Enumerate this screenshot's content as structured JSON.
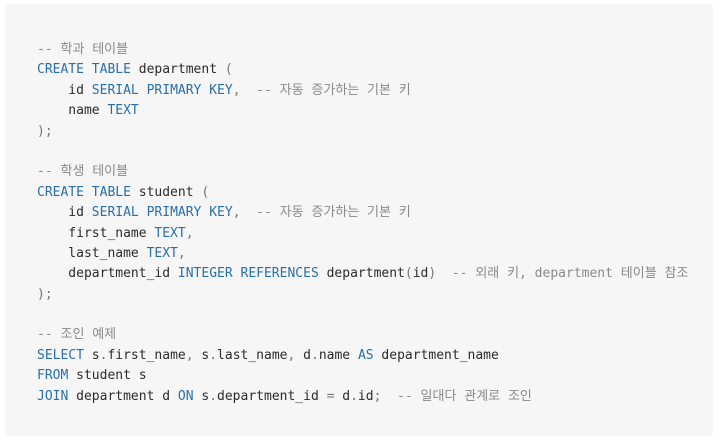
{
  "code": {
    "lines": [
      [
        {
          "t": "-- 학과 테이블",
          "c": "cm"
        }
      ],
      [
        {
          "t": "CREATE TABLE",
          "c": "kw"
        },
        {
          "t": " department ",
          "c": "tx"
        },
        {
          "t": "(",
          "c": "pn"
        }
      ],
      [
        {
          "t": "    id ",
          "c": "tx"
        },
        {
          "t": "SERIAL PRIMARY KEY",
          "c": "kw"
        },
        {
          "t": ",",
          "c": "pn"
        },
        {
          "t": "  -- 자동 증가하는 기본 키",
          "c": "cm"
        }
      ],
      [
        {
          "t": "    name ",
          "c": "tx"
        },
        {
          "t": "TEXT",
          "c": "kw"
        }
      ],
      [
        {
          "t": ");",
          "c": "pn"
        }
      ],
      [],
      [
        {
          "t": "-- 학생 테이블",
          "c": "cm"
        }
      ],
      [
        {
          "t": "CREATE TABLE",
          "c": "kw"
        },
        {
          "t": " student ",
          "c": "tx"
        },
        {
          "t": "(",
          "c": "pn"
        }
      ],
      [
        {
          "t": "    id ",
          "c": "tx"
        },
        {
          "t": "SERIAL PRIMARY KEY",
          "c": "kw"
        },
        {
          "t": ",",
          "c": "pn"
        },
        {
          "t": "  -- 자동 증가하는 기본 키",
          "c": "cm"
        }
      ],
      [
        {
          "t": "    first_name ",
          "c": "tx"
        },
        {
          "t": "TEXT",
          "c": "kw"
        },
        {
          "t": ",",
          "c": "pn"
        }
      ],
      [
        {
          "t": "    last_name ",
          "c": "tx"
        },
        {
          "t": "TEXT",
          "c": "kw"
        },
        {
          "t": ",",
          "c": "pn"
        }
      ],
      [
        {
          "t": "    department_id ",
          "c": "tx"
        },
        {
          "t": "INTEGER REFERENCES",
          "c": "kw"
        },
        {
          "t": " department",
          "c": "tx"
        },
        {
          "t": "(",
          "c": "pn"
        },
        {
          "t": "id",
          "c": "tx"
        },
        {
          "t": ")",
          "c": "pn"
        },
        {
          "t": "  -- 외래 키, department 테이블 참조",
          "c": "cm"
        }
      ],
      [
        {
          "t": ");",
          "c": "pn"
        }
      ],
      [],
      [
        {
          "t": "-- 조인 예제",
          "c": "cm"
        }
      ],
      [
        {
          "t": "SELECT",
          "c": "kw"
        },
        {
          "t": " s",
          "c": "tx"
        },
        {
          "t": ".",
          "c": "pn"
        },
        {
          "t": "first_name",
          "c": "tx"
        },
        {
          "t": ",",
          "c": "pn"
        },
        {
          "t": " s",
          "c": "tx"
        },
        {
          "t": ".",
          "c": "pn"
        },
        {
          "t": "last_name",
          "c": "tx"
        },
        {
          "t": ",",
          "c": "pn"
        },
        {
          "t": " d",
          "c": "tx"
        },
        {
          "t": ".",
          "c": "pn"
        },
        {
          "t": "name ",
          "c": "tx"
        },
        {
          "t": "AS",
          "c": "kw"
        },
        {
          "t": " department_name",
          "c": "tx"
        }
      ],
      [
        {
          "t": "FROM",
          "c": "kw"
        },
        {
          "t": " student s",
          "c": "tx"
        }
      ],
      [
        {
          "t": "JOIN",
          "c": "kw"
        },
        {
          "t": " department d ",
          "c": "tx"
        },
        {
          "t": "ON",
          "c": "kw"
        },
        {
          "t": " s",
          "c": "tx"
        },
        {
          "t": ".",
          "c": "pn"
        },
        {
          "t": "department_id ",
          "c": "tx"
        },
        {
          "t": "=",
          "c": "pn"
        },
        {
          "t": " d",
          "c": "tx"
        },
        {
          "t": ".",
          "c": "pn"
        },
        {
          "t": "id",
          "c": "tx"
        },
        {
          "t": ";",
          "c": "pn"
        },
        {
          "t": "  -- 일대다 관계로 조인",
          "c": "cm"
        }
      ]
    ]
  }
}
